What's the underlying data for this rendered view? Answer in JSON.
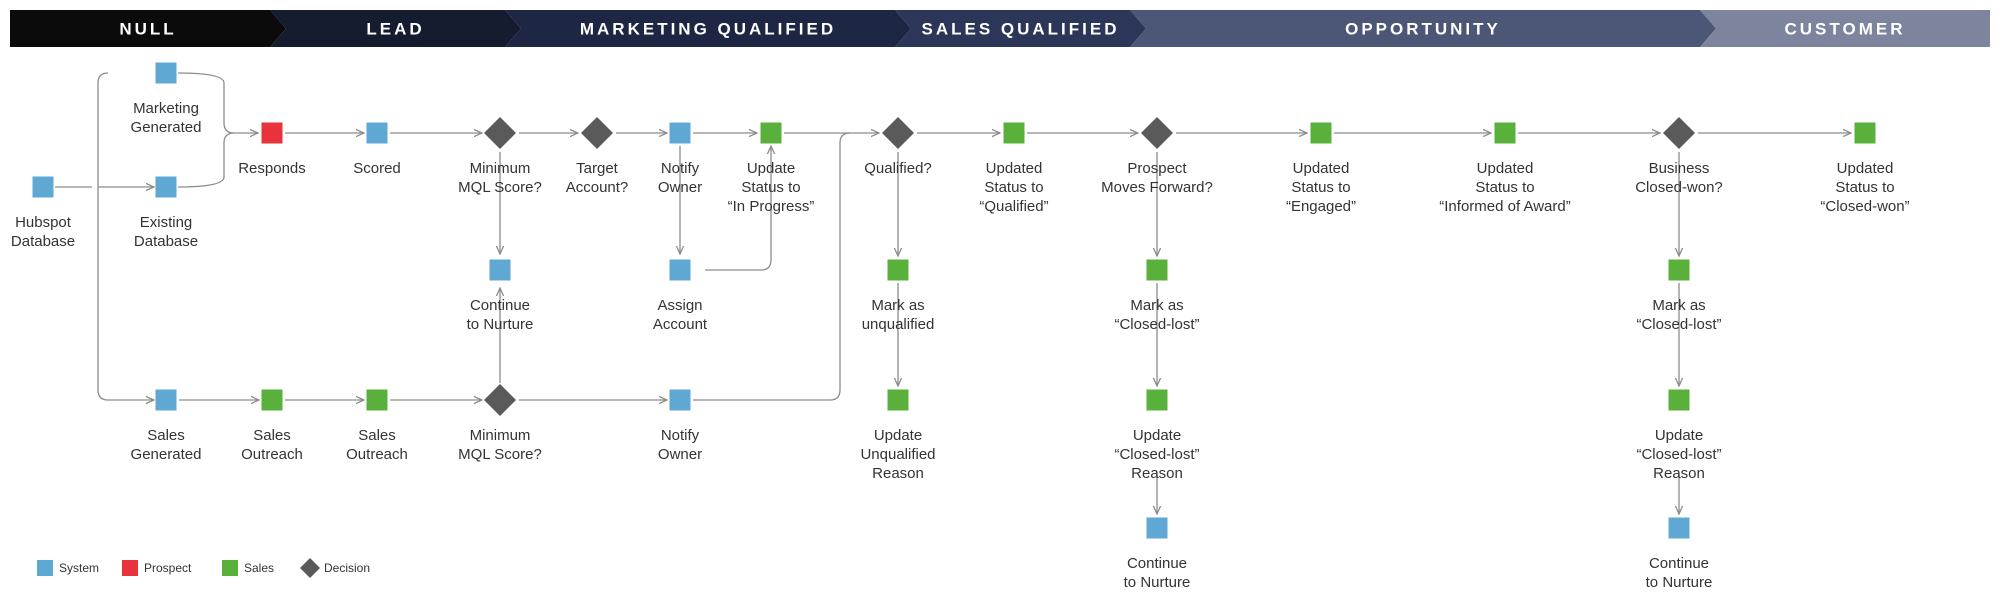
{
  "colors": {
    "System": "#5fa8d3",
    "Prospect": "#e8323c",
    "Sales": "#59b03b",
    "Decision": "#5a5a5a",
    "connector": "#8c8c8c",
    "text": "#333333"
  },
  "stages": [
    {
      "id": "null",
      "label": "NULL",
      "color": "#0b0b0b"
    },
    {
      "id": "lead",
      "label": "LEAD",
      "color": "#161c30"
    },
    {
      "id": "mql",
      "label": "MARKETING QUALIFIED",
      "color": "#1d2643"
    },
    {
      "id": "sql",
      "label": "SALES QUALIFIED",
      "color": "#2b3658"
    },
    {
      "id": "opportunity",
      "label": "OPPORTUNITY",
      "color": "#4c5677"
    },
    {
      "id": "customer",
      "label": "CUSTOMER",
      "color": "#7d849d"
    }
  ],
  "nodes": [
    {
      "id": "hubspot",
      "type": "System",
      "label": [
        "Hubspot",
        "Database"
      ]
    },
    {
      "id": "mktgen",
      "type": "System",
      "label": [
        "Marketing",
        "Generated"
      ]
    },
    {
      "id": "existing",
      "type": "System",
      "label": [
        "Existing",
        "Database"
      ]
    },
    {
      "id": "responds",
      "type": "Prospect",
      "label": [
        "Responds"
      ]
    },
    {
      "id": "scored",
      "type": "System",
      "label": [
        "Scored"
      ]
    },
    {
      "id": "minmql1",
      "type": "Decision",
      "label": [
        "Minimum",
        "MQL Score?"
      ]
    },
    {
      "id": "contnurt1",
      "type": "System",
      "label": [
        "Continue",
        "to Nurture"
      ]
    },
    {
      "id": "target",
      "type": "Decision",
      "label": [
        "Target",
        "Account?"
      ]
    },
    {
      "id": "notify1",
      "type": "System",
      "label": [
        "Notify",
        "Owner"
      ]
    },
    {
      "id": "assign",
      "type": "System",
      "label": [
        "Assign",
        "Account"
      ]
    },
    {
      "id": "updprog",
      "type": "Sales",
      "label": [
        "Update",
        "Status to",
        "“In Progress”"
      ]
    },
    {
      "id": "salesgen",
      "type": "System",
      "label": [
        "Sales",
        "Generated"
      ]
    },
    {
      "id": "outreach1",
      "type": "Sales",
      "label": [
        "Sales",
        "Outreach"
      ]
    },
    {
      "id": "outreach2",
      "type": "Sales",
      "label": [
        "Sales",
        "Outreach"
      ]
    },
    {
      "id": "minmql2",
      "type": "Decision",
      "label": [
        "Minimum",
        "MQL Score?"
      ]
    },
    {
      "id": "notify2",
      "type": "System",
      "label": [
        "Notify",
        "Owner"
      ]
    },
    {
      "id": "qualified",
      "type": "Decision",
      "label": [
        "Qualified?"
      ]
    },
    {
      "id": "markunq",
      "type": "Sales",
      "label": [
        "Mark as",
        "unqualified"
      ]
    },
    {
      "id": "updunq",
      "type": "Sales",
      "label": [
        "Update",
        "Unqualified",
        "Reason"
      ]
    },
    {
      "id": "updqual",
      "type": "Sales",
      "label": [
        "Updated",
        "Status to",
        "“Qualified”"
      ]
    },
    {
      "id": "prospect",
      "type": "Decision",
      "label": [
        "Prospect",
        "Moves Forward?"
      ]
    },
    {
      "id": "marklost1",
      "type": "Sales",
      "label": [
        "Mark as",
        "“Closed-lost”"
      ]
    },
    {
      "id": "updlost1",
      "type": "Sales",
      "label": [
        "Update",
        "“Closed-lost”",
        "Reason"
      ]
    },
    {
      "id": "contnurt2",
      "type": "System",
      "label": [
        "Continue",
        "to Nurture"
      ]
    },
    {
      "id": "engaged",
      "type": "Sales",
      "label": [
        "Updated",
        "Status to",
        "“Engaged”"
      ]
    },
    {
      "id": "award",
      "type": "Sales",
      "label": [
        "Updated",
        "Status to",
        "“Informed of Award”"
      ]
    },
    {
      "id": "business",
      "type": "Decision",
      "label": [
        "Business",
        "Closed-won?"
      ]
    },
    {
      "id": "marklost2",
      "type": "Sales",
      "label": [
        "Mark as",
        "“Closed-lost”"
      ]
    },
    {
      "id": "updlost2",
      "type": "Sales",
      "label": [
        "Update",
        "“Closed-lost”",
        "Reason"
      ]
    },
    {
      "id": "contnurt3",
      "type": "System",
      "label": [
        "Continue",
        "to Nurture"
      ]
    },
    {
      "id": "closedwon",
      "type": "Sales",
      "label": [
        "Updated",
        "Status to",
        "“Closed-won”"
      ]
    }
  ],
  "legend": [
    {
      "type": "System",
      "label": "System"
    },
    {
      "type": "Prospect",
      "label": "Prospect"
    },
    {
      "type": "Sales",
      "label": "Sales"
    },
    {
      "type": "Decision",
      "label": "Decision"
    }
  ]
}
